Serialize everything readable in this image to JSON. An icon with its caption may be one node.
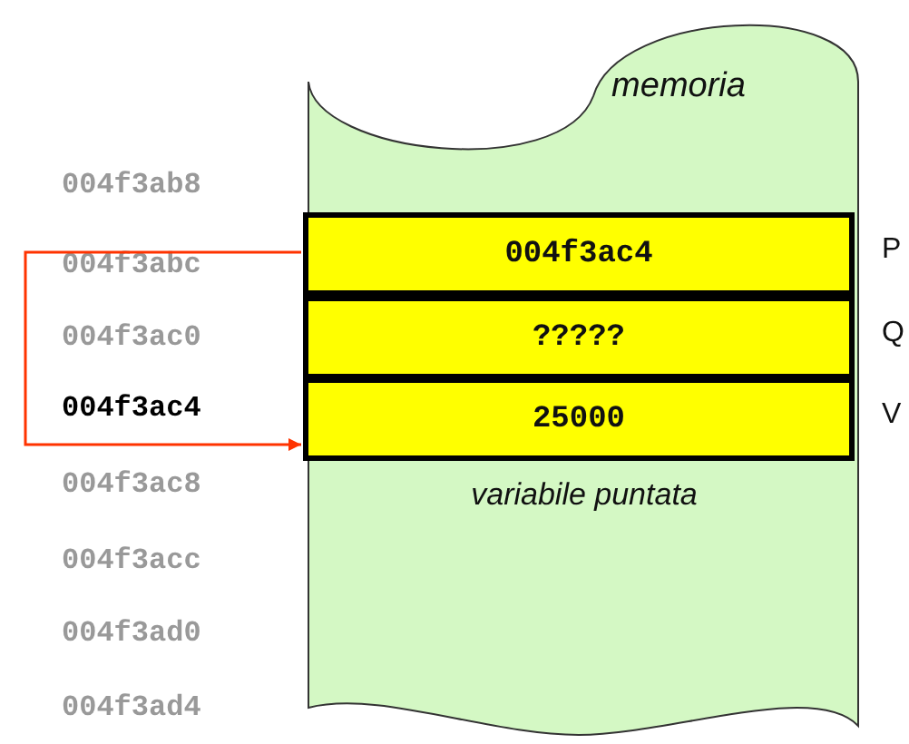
{
  "diagram": {
    "nodes": [
      {
        "text": [
          "memoria",
          "variabile puntata"
        ]
      },
      {
        "text": [
          "004f3ac4"
        ],
        "in": 0,
        "beside": [
          "P"
        ]
      },
      {
        "text": [
          "?????"
        ],
        "in": 0,
        "beside": [
          "Q"
        ]
      },
      {
        "text": [
          "25000"
        ],
        "in": 0,
        "beside": [
          "V"
        ]
      }
    ],
    "edges": [
      {
        "from": 1,
        "to": 3,
        "arrow": "to",
        "color": "#ff3300"
      }
    ],
    "labels": [
      "004f3ab8",
      "004f3abc",
      "004f3ac0",
      "004f3ac4",
      "004f3ac8",
      "004f3acc",
      "004f3ad0",
      "004f3ad4"
    ]
  }
}
